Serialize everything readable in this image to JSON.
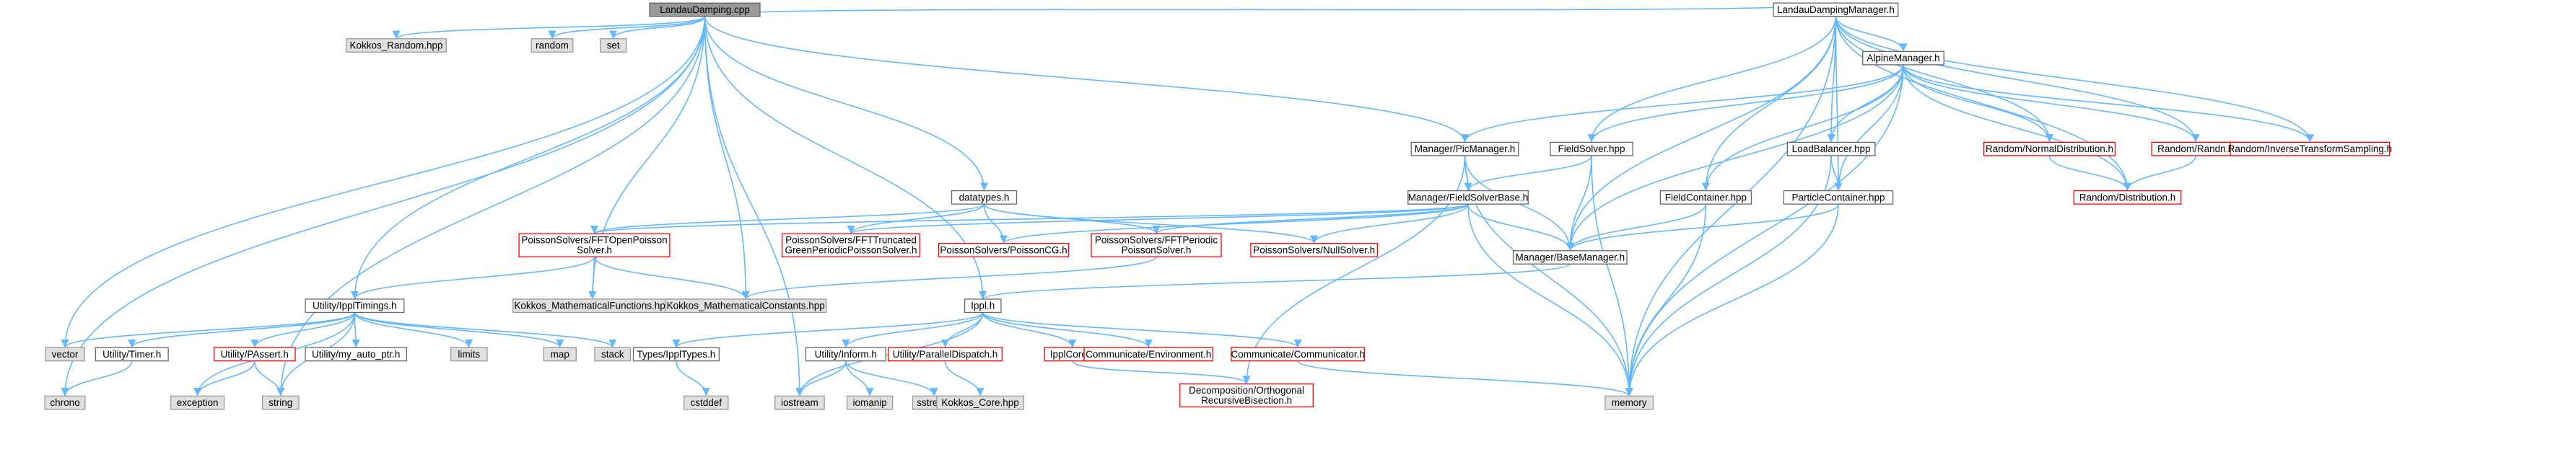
{
  "graph": {
    "colors": {
      "edge": "#63b8ff",
      "root_fill": "#999999",
      "root_border": "#666666",
      "local_fill": "#ffffff",
      "local_border": "#666666",
      "incomplete_border": "#ff0000",
      "external_fill": "#e0e0e0",
      "external_border": "#999999"
    },
    "nodes": [
      {
        "id": "LandauDamping_cpp",
        "lines": [
          "LandauDamping.cpp"
        ],
        "kind": "root"
      },
      {
        "id": "Kokkos_Random_hpp",
        "lines": [
          "Kokkos_Random.hpp"
        ],
        "kind": "external"
      },
      {
        "id": "random",
        "lines": [
          "random"
        ],
        "kind": "external"
      },
      {
        "id": "set",
        "lines": [
          "set"
        ],
        "kind": "external"
      },
      {
        "id": "LandauDampingManager_h",
        "lines": [
          "LandauDampingManager.h"
        ],
        "kind": "local"
      },
      {
        "id": "AlpineManager_h",
        "lines": [
          "AlpineManager.h"
        ],
        "kind": "local"
      },
      {
        "id": "Manager_PicManager_h",
        "lines": [
          "Manager/PicManager.h"
        ],
        "kind": "local"
      },
      {
        "id": "FieldSolver_hpp",
        "lines": [
          "FieldSolver.hpp"
        ],
        "kind": "local"
      },
      {
        "id": "LoadBalancer_hpp",
        "lines": [
          "LoadBalancer.hpp"
        ],
        "kind": "local"
      },
      {
        "id": "Random_NormalDistribution_h",
        "lines": [
          "Random/NormalDistribution.h"
        ],
        "kind": "incomplete"
      },
      {
        "id": "Random_Randn_h",
        "lines": [
          "Random/Randn.h"
        ],
        "kind": "incomplete"
      },
      {
        "id": "Random_InverseTransformSampling_h",
        "lines": [
          "Random/InverseTransformSampling.h"
        ],
        "kind": "incomplete"
      },
      {
        "id": "datatypes_h",
        "lines": [
          "datatypes.h"
        ],
        "kind": "local"
      },
      {
        "id": "Manager_FieldSolverBase_h",
        "lines": [
          "Manager/FieldSolverBase.h"
        ],
        "kind": "local"
      },
      {
        "id": "FieldContainer_hpp",
        "lines": [
          "FieldContainer.hpp"
        ],
        "kind": "local"
      },
      {
        "id": "ParticleContainer_hpp",
        "lines": [
          "ParticleContainer.hpp"
        ],
        "kind": "local"
      },
      {
        "id": "Random_Distribution_h",
        "lines": [
          "Random/Distribution.h"
        ],
        "kind": "incomplete"
      },
      {
        "id": "PoissonSolvers_FFTOpenPoissonSolver_h",
        "lines": [
          "PoissonSolvers/FFTOpenPoisson",
          "Solver.h"
        ],
        "kind": "incomplete"
      },
      {
        "id": "PoissonSolvers_FFTTruncated",
        "lines": [
          "PoissonSolvers/FFTTruncated",
          "GreenPeriodicPoissonSolver.h"
        ],
        "kind": "incomplete"
      },
      {
        "id": "PoissonSolvers_PoissonCG_h",
        "lines": [
          "PoissonSolvers/PoissonCG.h"
        ],
        "kind": "incomplete"
      },
      {
        "id": "PoissonSolvers_FFTPeriodic",
        "lines": [
          "PoissonSolvers/FFTPeriodic",
          "PoissonSolver.h"
        ],
        "kind": "incomplete"
      },
      {
        "id": "PoissonSolvers_NullSolver_h",
        "lines": [
          "PoissonSolvers/NullSolver.h"
        ],
        "kind": "incomplete"
      },
      {
        "id": "Manager_BaseManager_h",
        "lines": [
          "Manager/BaseManager.h"
        ],
        "kind": "local"
      },
      {
        "id": "Utility_IpplTimings_h",
        "lines": [
          "Utility/IpplTimings.h"
        ],
        "kind": "local"
      },
      {
        "id": "Kokkos_MathematicalFunctions_hpp",
        "lines": [
          "Kokkos_MathematicalFunctions.hpp"
        ],
        "kind": "external"
      },
      {
        "id": "Kokkos_MathematicalConstants_hpp",
        "lines": [
          "Kokkos_MathematicalConstants.hpp"
        ],
        "kind": "external"
      },
      {
        "id": "Ippl_h",
        "lines": [
          "Ippl.h"
        ],
        "kind": "local"
      },
      {
        "id": "vector",
        "lines": [
          "vector"
        ],
        "kind": "external"
      },
      {
        "id": "Utility_Timer_h",
        "lines": [
          "Utility/Timer.h"
        ],
        "kind": "local"
      },
      {
        "id": "Utility_PAssert_h",
        "lines": [
          "Utility/PAssert.h"
        ],
        "kind": "incomplete"
      },
      {
        "id": "Utility_my_auto_ptr_h",
        "lines": [
          "Utility/my_auto_ptr.h"
        ],
        "kind": "local"
      },
      {
        "id": "limits",
        "lines": [
          "limits"
        ],
        "kind": "external"
      },
      {
        "id": "map",
        "lines": [
          "map"
        ],
        "kind": "external"
      },
      {
        "id": "stack",
        "lines": [
          "stack"
        ],
        "kind": "external"
      },
      {
        "id": "Types_IpplTypes_h",
        "lines": [
          "Types/IpplTypes.h"
        ],
        "kind": "local"
      },
      {
        "id": "Utility_Inform_h",
        "lines": [
          "Utility/Inform.h"
        ],
        "kind": "local"
      },
      {
        "id": "Utility_ParallelDispatch_h",
        "lines": [
          "Utility/ParallelDispatch.h"
        ],
        "kind": "incomplete"
      },
      {
        "id": "IpplCore_h",
        "lines": [
          "IpplCore.h"
        ],
        "kind": "incomplete"
      },
      {
        "id": "Communicate_Environment_h",
        "lines": [
          "Communicate/Environment.h"
        ],
        "kind": "incomplete"
      },
      {
        "id": "Communicate_Communicator_h",
        "lines": [
          "Communicate/Communicator.h"
        ],
        "kind": "incomplete"
      },
      {
        "id": "chrono",
        "lines": [
          "chrono"
        ],
        "kind": "external"
      },
      {
        "id": "exception",
        "lines": [
          "exception"
        ],
        "kind": "external"
      },
      {
        "id": "string",
        "lines": [
          "string"
        ],
        "kind": "external"
      },
      {
        "id": "cstddef",
        "lines": [
          "cstddef"
        ],
        "kind": "external"
      },
      {
        "id": "iostream",
        "lines": [
          "iostream"
        ],
        "kind": "external"
      },
      {
        "id": "iomanip",
        "lines": [
          "iomanip"
        ],
        "kind": "external"
      },
      {
        "id": "sstream",
        "lines": [
          "sstream"
        ],
        "kind": "external"
      },
      {
        "id": "Kokkos_Core_hpp",
        "lines": [
          "Kokkos_Core.hpp"
        ],
        "kind": "external"
      },
      {
        "id": "Decomposition_ORB",
        "lines": [
          "Decomposition/Orthogonal",
          "RecursiveBisection.h"
        ],
        "kind": "incomplete"
      },
      {
        "id": "memory",
        "lines": [
          "memory"
        ],
        "kind": "external"
      }
    ],
    "edges": [
      [
        "LandauDamping_cpp",
        "Kokkos_Random_hpp"
      ],
      [
        "LandauDamping_cpp",
        "random"
      ],
      [
        "LandauDamping_cpp",
        "set"
      ],
      [
        "LandauDamping_cpp",
        "LandauDampingManager_h"
      ],
      [
        "LandauDamping_cpp",
        "Manager_PicManager_h"
      ],
      [
        "LandauDamping_cpp",
        "datatypes_h"
      ],
      [
        "LandauDamping_cpp",
        "Utility_IpplTimings_h"
      ],
      [
        "LandauDamping_cpp",
        "Kokkos_MathematicalFunctions_hpp"
      ],
      [
        "LandauDamping_cpp",
        "Kokkos_MathematicalConstants_hpp"
      ],
      [
        "LandauDamping_cpp",
        "Ippl_h"
      ],
      [
        "LandauDamping_cpp",
        "iostream"
      ],
      [
        "LandauDamping_cpp",
        "vector"
      ],
      [
        "LandauDamping_cpp",
        "string"
      ],
      [
        "LandauDamping_cpp",
        "chrono"
      ],
      [
        "LandauDampingManager_h",
        "AlpineManager_h"
      ],
      [
        "LandauDampingManager_h",
        "FieldSolver_hpp"
      ],
      [
        "LandauDampingManager_h",
        "LoadBalancer_hpp"
      ],
      [
        "LandauDampingManager_h",
        "Random_NormalDistribution_h"
      ],
      [
        "LandauDampingManager_h",
        "Random_Randn_h"
      ],
      [
        "LandauDampingManager_h",
        "Random_InverseTransformSampling_h"
      ],
      [
        "LandauDampingManager_h",
        "FieldContainer_hpp"
      ],
      [
        "LandauDampingManager_h",
        "ParticleContainer_hpp"
      ],
      [
        "LandauDampingManager_h",
        "Random_Distribution_h"
      ],
      [
        "LandauDampingManager_h",
        "Manager_BaseManager_h"
      ],
      [
        "LandauDampingManager_h",
        "memory"
      ],
      [
        "AlpineManager_h",
        "Manager_PicManager_h"
      ],
      [
        "AlpineManager_h",
        "FieldSolver_hpp"
      ],
      [
        "AlpineManager_h",
        "LoadBalancer_hpp"
      ],
      [
        "AlpineManager_h",
        "Random_NormalDistribution_h"
      ],
      [
        "AlpineManager_h",
        "Random_Randn_h"
      ],
      [
        "AlpineManager_h",
        "Random_InverseTransformSampling_h"
      ],
      [
        "AlpineManager_h",
        "FieldContainer_hpp"
      ],
      [
        "AlpineManager_h",
        "ParticleContainer_hpp"
      ],
      [
        "AlpineManager_h",
        "Random_Distribution_h"
      ],
      [
        "AlpineManager_h",
        "Manager_BaseManager_h"
      ],
      [
        "AlpineManager_h",
        "memory"
      ],
      [
        "Manager_PicManager_h",
        "Manager_FieldSolverBase_h"
      ],
      [
        "Manager_PicManager_h",
        "Manager_BaseManager_h"
      ],
      [
        "Manager_PicManager_h",
        "Decomposition_ORB"
      ],
      [
        "Manager_PicManager_h",
        "memory"
      ],
      [
        "FieldSolver_hpp",
        "Manager_FieldSolverBase_h"
      ],
      [
        "FieldSolver_hpp",
        "Manager_BaseManager_h"
      ],
      [
        "FieldSolver_hpp",
        "memory"
      ],
      [
        "LoadBalancer_hpp",
        "ParticleContainer_hpp"
      ],
      [
        "LoadBalancer_hpp",
        "memory"
      ],
      [
        "Random_NormalDistribution_h",
        "Random_Distribution_h"
      ],
      [
        "Random_Randn_h",
        "Random_Distribution_h"
      ],
      [
        "datatypes_h",
        "PoissonSolvers_FFTOpenPoissonSolver_h"
      ],
      [
        "datatypes_h",
        "PoissonSolvers_FFTTruncated"
      ],
      [
        "datatypes_h",
        "PoissonSolvers_PoissonCG_h"
      ],
      [
        "datatypes_h",
        "PoissonSolvers_FFTPeriodic"
      ],
      [
        "datatypes_h",
        "PoissonSolvers_NullSolver_h"
      ],
      [
        "Manager_FieldSolverBase_h",
        "PoissonSolvers_FFTOpenPoissonSolver_h"
      ],
      [
        "Manager_FieldSolverBase_h",
        "PoissonSolvers_FFTTruncated"
      ],
      [
        "Manager_FieldSolverBase_h",
        "PoissonSolvers_PoissonCG_h"
      ],
      [
        "Manager_FieldSolverBase_h",
        "PoissonSolvers_FFTPeriodic"
      ],
      [
        "Manager_FieldSolverBase_h",
        "PoissonSolvers_NullSolver_h"
      ],
      [
        "Manager_FieldSolverBase_h",
        "Manager_BaseManager_h"
      ],
      [
        "Manager_FieldSolverBase_h",
        "memory"
      ],
      [
        "FieldContainer_hpp",
        "Manager_BaseManager_h"
      ],
      [
        "FieldContainer_hpp",
        "memory"
      ],
      [
        "ParticleContainer_hpp",
        "Manager_BaseManager_h"
      ],
      [
        "ParticleContainer_hpp",
        "memory"
      ],
      [
        "PoissonSolvers_FFTOpenPoissonSolver_h",
        "Utility_IpplTimings_h"
      ],
      [
        "PoissonSolvers_FFTOpenPoissonSolver_h",
        "Kokkos_MathematicalFunctions_hpp"
      ],
      [
        "PoissonSolvers_FFTOpenPoissonSolver_h",
        "Kokkos_MathematicalConstants_hpp"
      ],
      [
        "PoissonSolvers_FFTPeriodic",
        "Kokkos_MathematicalConstants_hpp"
      ],
      [
        "Manager_BaseManager_h",
        "Ippl_h"
      ],
      [
        "Utility_IpplTimings_h",
        "vector"
      ],
      [
        "Utility_IpplTimings_h",
        "Utility_Timer_h"
      ],
      [
        "Utility_IpplTimings_h",
        "Utility_PAssert_h"
      ],
      [
        "Utility_IpplTimings_h",
        "Utility_my_auto_ptr_h"
      ],
      [
        "Utility_IpplTimings_h",
        "limits"
      ],
      [
        "Utility_IpplTimings_h",
        "map"
      ],
      [
        "Utility_IpplTimings_h",
        "stack"
      ],
      [
        "Utility_IpplTimings_h",
        "exception"
      ],
      [
        "Utility_IpplTimings_h",
        "string"
      ],
      [
        "Utility_Timer_h",
        "chrono"
      ],
      [
        "Utility_PAssert_h",
        "exception"
      ],
      [
        "Utility_PAssert_h",
        "string"
      ],
      [
        "Ippl_h",
        "Types_IpplTypes_h"
      ],
      [
        "Ippl_h",
        "Utility_Inform_h"
      ],
      [
        "Ippl_h",
        "Utility_ParallelDispatch_h"
      ],
      [
        "Ippl_h",
        "IpplCore_h"
      ],
      [
        "Ippl_h",
        "Communicate_Environment_h"
      ],
      [
        "Ippl_h",
        "Communicate_Communicator_h"
      ],
      [
        "Ippl_h",
        "iostream"
      ],
      [
        "Types_IpplTypes_h",
        "cstddef"
      ],
      [
        "Utility_Inform_h",
        "iostream"
      ],
      [
        "Utility_Inform_h",
        "iomanip"
      ],
      [
        "Utility_Inform_h",
        "sstream"
      ],
      [
        "Utility_ParallelDispatch_h",
        "Kokkos_Core_hpp"
      ],
      [
        "IpplCore_h",
        "Decomposition_ORB"
      ],
      [
        "Communicate_Communicator_h",
        "memory"
      ]
    ]
  }
}
